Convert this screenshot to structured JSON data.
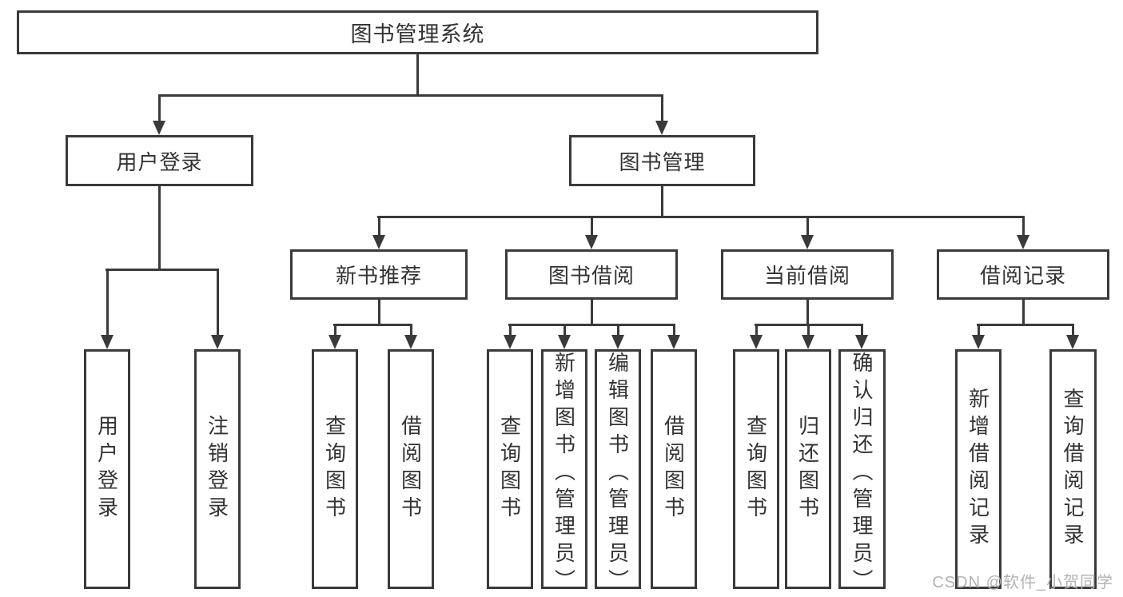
{
  "diagram": {
    "root": {
      "label": "图书管理系统",
      "children": [
        {
          "label": "用户登录",
          "children": [
            {
              "label": "用户登录"
            },
            {
              "label": "注销登录"
            }
          ]
        },
        {
          "label": "图书管理",
          "children": [
            {
              "label": "新书推荐",
              "children": [
                {
                  "label": "查询图书"
                },
                {
                  "label": "借阅图书"
                }
              ]
            },
            {
              "label": "图书借阅",
              "children": [
                {
                  "label": "查询图书"
                },
                {
                  "label": "新增图书（管理员）"
                },
                {
                  "label": "编辑图书（管理员）"
                },
                {
                  "label": "借阅图书"
                }
              ]
            },
            {
              "label": "当前借阅",
              "children": [
                {
                  "label": "查询图书"
                },
                {
                  "label": "归还图书"
                },
                {
                  "label": "确认归还（管理员）"
                }
              ]
            },
            {
              "label": "借阅记录",
              "children": [
                {
                  "label": "新增借阅记录"
                },
                {
                  "label": "查询借阅记录"
                }
              ]
            }
          ]
        }
      ]
    }
  },
  "watermark": {
    "text": "CSDN @软件_小贺同学"
  },
  "colors": {
    "line": "#3a3a3a",
    "text": "#333333",
    "background": "#ffffff",
    "watermark": "#b3b3b3"
  }
}
